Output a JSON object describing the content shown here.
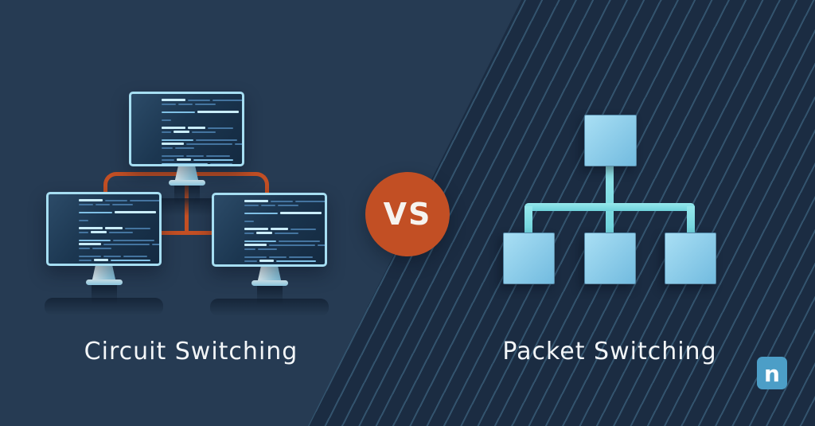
{
  "sections": {
    "left": {
      "caption": "Circuit Switching"
    },
    "right": {
      "caption": "Packet Switching"
    }
  },
  "vs_badge": {
    "label": "VS"
  },
  "brand_logo": {
    "letter": "n"
  },
  "colors": {
    "bg-left": "#263B53",
    "bg-right": "#1B2C42",
    "stripe": "#33536D",
    "orange": "#C24F24",
    "teal": "#7FDEE3",
    "monitor-border": "#A6DEF2",
    "screen-a": "#2C4B68",
    "screen-b": "#142A41",
    "square-a": "#A9DFF4",
    "square-b": "#72BBDF",
    "logo-bg": "#4C9EC7",
    "caption": "#F3F6F8",
    "code-b": "#C9ECF9",
    "code-l": "#7FBFE4",
    "code-m": "#44749F"
  },
  "monitor_screen": {
    "rows": [
      [
        [
          30,
          "b"
        ],
        [
          28,
          "m"
        ],
        [
          38,
          "m"
        ]
      ],
      [
        [
          18,
          "m"
        ],
        [
          18,
          "m"
        ],
        [
          26,
          "m"
        ]
      ],
      [],
      [
        [
          42,
          "l"
        ],
        [
          52,
          "b"
        ]
      ],
      [],
      [
        [
          12,
          "m"
        ]
      ],
      [],
      [
        [
          30,
          "b"
        ],
        [
          22,
          "b"
        ],
        [
          32,
          "m"
        ]
      ],
      [
        [
          12,
          "m"
        ],
        [
          20,
          "b"
        ],
        [
          30,
          "m"
        ]
      ],
      [],
      [
        [
          40,
          "l"
        ],
        [
          52,
          "m"
        ]
      ],
      [
        [
          28,
          "b"
        ],
        [
          58,
          "m"
        ],
        [
          10,
          "m"
        ]
      ],
      [
        [
          14,
          "m"
        ],
        [
          24,
          "m"
        ]
      ],
      [],
      [
        [
          28,
          "m"
        ],
        [
          22,
          "m"
        ],
        [
          30,
          "m"
        ]
      ],
      [
        [
          16,
          "m"
        ],
        [
          18,
          "b"
        ],
        [
          50,
          "l"
        ]
      ],
      [
        [
          58,
          "l"
        ],
        [
          28,
          "m"
        ]
      ]
    ]
  }
}
